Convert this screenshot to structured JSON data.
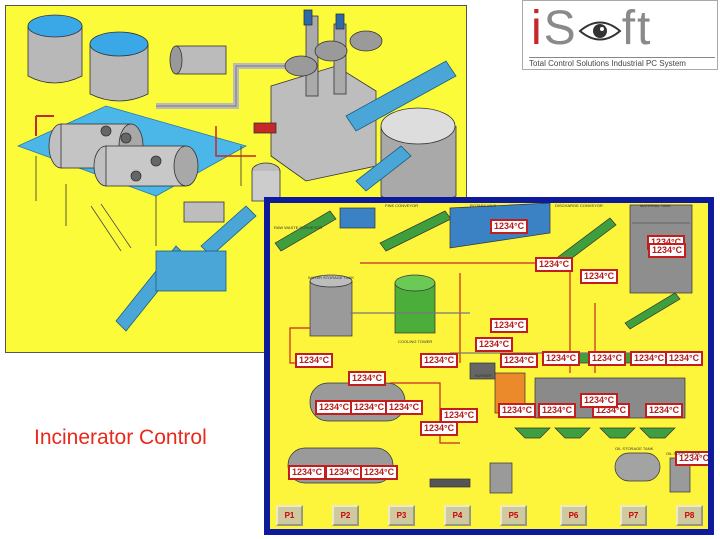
{
  "logo": {
    "word_part1": "i",
    "word_part2": "S",
    "word_part3": "ft",
    "tagline": "Total Control Solutions Industrial PC System"
  },
  "title": "Incinerator Control",
  "hmi": {
    "temps": [
      "1234°C",
      "1234°C",
      "1234°C",
      "1234°C",
      "1234°C",
      "1234°C",
      "1234°C",
      "1234°C",
      "1234°C",
      "1234°C",
      "1234°C",
      "1234°C",
      "1234°C",
      "1234°C",
      "1234°C",
      "1234°C",
      "1234°C",
      "1234°C",
      "1234°C",
      "1234°C",
      "1234°C",
      "1234°C",
      "1234°C",
      "1234°C",
      "1234°C",
      "1234°C",
      "1234°C",
      "1234°C",
      "1234°C"
    ],
    "tags": [
      "RAW WASTE CONVEYOR",
      "FINE CONVEYOR",
      "ROTARY KILN",
      "DISCHARGE CONVEYOR",
      "MATERIAL TANK",
      "WATER STORAGE TANK",
      "COOLING TOWER",
      "BURNER",
      "OIL STORAGE TANK",
      "OIL SUPPLY TANK"
    ],
    "buttons": [
      "P1",
      "P2",
      "P3",
      "P4",
      "P5",
      "P6",
      "P7",
      "P8"
    ]
  },
  "colors": {
    "iso_bg": "#fcfb3a",
    "hmi_frame": "#0d1a9c",
    "hmi_bg": "#fdf43c",
    "title": "#e8291c",
    "temp_border": "#c31d1d"
  }
}
